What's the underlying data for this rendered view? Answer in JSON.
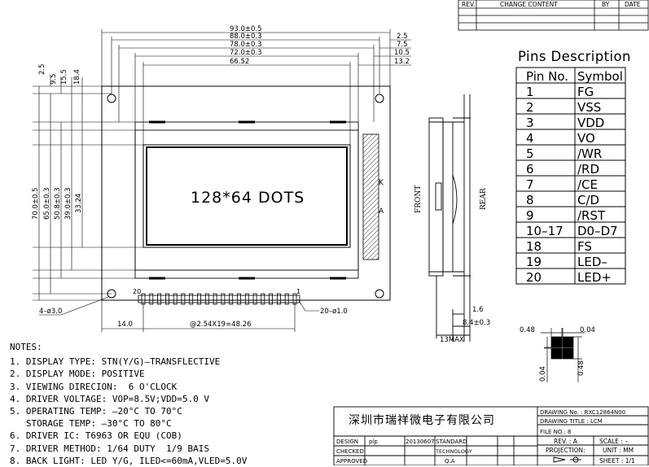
{
  "revision_table": {
    "rev": "REV.",
    "content": "CHANGE CONTENT",
    "by": "BY",
    "date": "DATE"
  },
  "top_dims": [
    "93.0±0.5",
    "88.0±0.3",
    "78.0±0.3",
    "72.0±0.3",
    "66.52"
  ],
  "right_dims": [
    "2.5",
    "7.5",
    "10.5",
    "13.2"
  ],
  "left_small_dims": [
    "2.5",
    "9.5",
    "15.5",
    "18.4"
  ],
  "left_vert_dims": [
    "70.0±0.5",
    "65.0±0.3",
    "50.8±0.3",
    "39.0±0.3",
    "33.24"
  ],
  "display_text": "128*64 DOTS",
  "bottom": {
    "holes": "4–ø3.0",
    "pins": "20–ø1.0",
    "offset": "14.0",
    "pitch": "@2.54X19=48.26",
    "pin_first": "20",
    "pin_last": "1"
  },
  "side_view": {
    "front": "FRONT",
    "rear": "REAR",
    "k": "K",
    "a": "A",
    "dim1": "1.6",
    "dim2": "8.4±0.3",
    "dim3": "13MAX"
  },
  "pixel_detail": {
    "w1": "0.48",
    "w2": "0.04",
    "h1": "0.04",
    "h2": "0.48"
  },
  "pins_title": "Pins Description",
  "pins_header": {
    "no": "Pin No.",
    "symbol": "Symbol"
  },
  "pins": [
    {
      "no": "1",
      "symbol": "FG"
    },
    {
      "no": "2",
      "symbol": "VSS"
    },
    {
      "no": "3",
      "symbol": "VDD"
    },
    {
      "no": "4",
      "symbol": "VO"
    },
    {
      "no": "5",
      "symbol": "/WR"
    },
    {
      "no": "6",
      "symbol": "/RD"
    },
    {
      "no": "7",
      "symbol": "/CE"
    },
    {
      "no": "8",
      "symbol": "C/D"
    },
    {
      "no": "9",
      "symbol": "/RST"
    },
    {
      "no": "10–17",
      "symbol": "D0–D7"
    },
    {
      "no": "18",
      "symbol": "FS"
    },
    {
      "no": "19",
      "symbol": "LED–"
    },
    {
      "no": "20",
      "symbol": "LED+"
    }
  ],
  "notes_title": "NOTES:",
  "notes": [
    "1. DISPLAY TYPE: STN(Y/G)–TRANSFLECTIVE",
    "2. DISPLAY MODE: POSITIVE",
    "3. VIEWING DIRECION:  6 O'CLOCK",
    "4. DRIVER VOLTAGE: VOP=8.5V;VDD=5.0 V",
    "5. OPERATING TEMP: –20°C TO 70°C",
    "   STORAGE TEMP: –30°C TO 80°C",
    "6. DRIVER IC: T6963 OR EQU (COB)",
    "7. DRIVER METHOD: 1/64 DUTY  1/9 BAIS",
    "8. BACK LIGHT: LED Y/G, ILED<=60mA,VLED=5.0V"
  ],
  "title_block": {
    "company": "深圳市瑞祥微电子有限公司",
    "drawing_no": "DRAWING No. : RXC12864N00",
    "drawing_title": "DRAWING TITLE : LCM",
    "file_no": "FILE NO.: 8",
    "rev": "REV. : A",
    "scale": "SCALE : –",
    "projection": "PROJECTION:",
    "unit": "UNIT : MM",
    "sheet": "SHEET : 1/1",
    "design": "DESIGN",
    "designer": "plp",
    "date": "20130607",
    "standard": "STANDARD",
    "checked": "CHECKED",
    "technology": "TECHNOLOGY",
    "approved": "APPROVED",
    "qa": "Q.A"
  }
}
